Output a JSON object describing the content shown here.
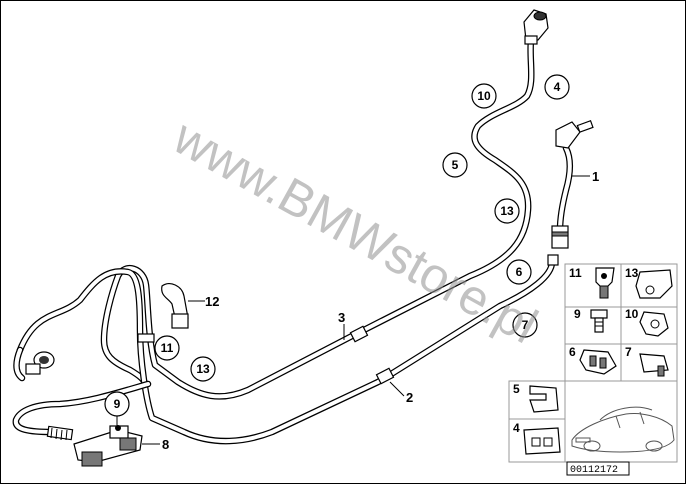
{
  "watermark": "www.BMWstore.pl",
  "callouts": [
    {
      "id": "10",
      "shape": "circle"
    },
    {
      "id": "4",
      "shape": "circle"
    },
    {
      "id": "5",
      "shape": "circle"
    },
    {
      "id": "13",
      "shape": "circle"
    },
    {
      "id": "6",
      "shape": "circle"
    },
    {
      "id": "7",
      "shape": "circle"
    },
    {
      "id": "11",
      "shape": "circle"
    },
    {
      "id": "13",
      "shape": "circle"
    },
    {
      "id": "9",
      "shape": "circle"
    }
  ],
  "leaders": [
    {
      "id": "1"
    },
    {
      "id": "2"
    },
    {
      "id": "3"
    },
    {
      "id": "8"
    },
    {
      "id": "12"
    }
  ],
  "parts_grid": [
    {
      "id": "11"
    },
    {
      "id": "13"
    },
    {
      "id": "9"
    },
    {
      "id": "10"
    },
    {
      "id": "6"
    },
    {
      "id": "7"
    },
    {
      "id": "5"
    },
    {
      "id": "4"
    }
  ],
  "diagram_code": "00112172"
}
